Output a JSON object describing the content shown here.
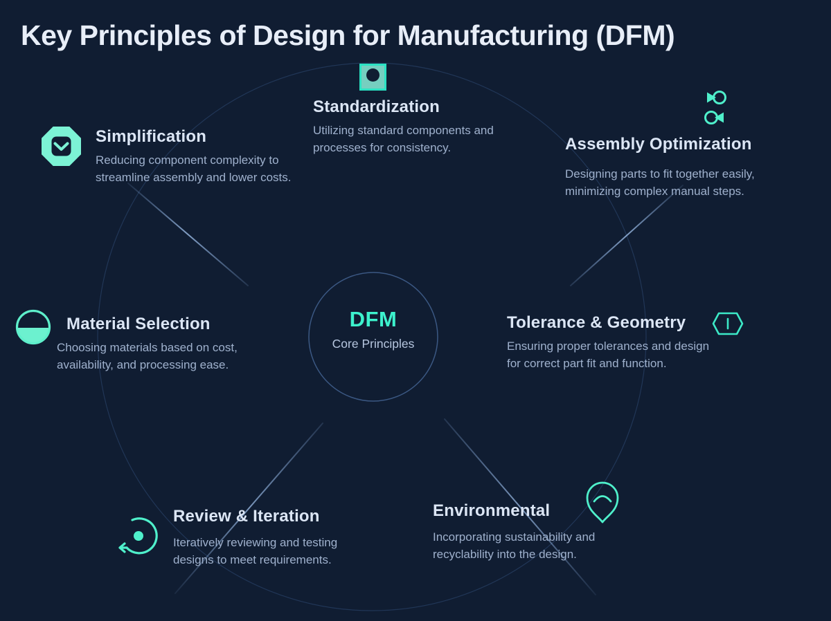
{
  "page": {
    "title": "Key Principles of Design for Manufacturing (DFM)"
  },
  "center": {
    "label": "DFM",
    "sublabel": "Core Principles"
  },
  "colors": {
    "background": "#101d32",
    "accent_mint": "#4ff0cb",
    "mint_light": "#7cf3d5",
    "seafoam_fill": "#76cfc0",
    "heading_text": "#dce6f5",
    "body_text": "#9fb1cd",
    "title_text": "#e8eef8",
    "center_label": "#3df2cd",
    "ring_stroke": "#31507c",
    "spoke_color": "#96bef5"
  },
  "principles": [
    {
      "id": "simplification",
      "title": "Simplification",
      "description": "Reducing component complexity to streamline assembly and lower costs.",
      "lines": [
        "Reducing component complexity to",
        "streamline assembly and lower costs."
      ],
      "icon": "octagon-check-icon"
    },
    {
      "id": "standardization",
      "title": "Standardization",
      "description": "Utilizing standard components and processes for consistency.",
      "lines": [
        "Utilizing standard components and",
        "processes for consistency."
      ],
      "icon": "square-dot-icon"
    },
    {
      "id": "assembly-optimization",
      "title": "Assembly Optimization",
      "description": "Designing parts to fit together easily, minimizing complex manual steps.",
      "lines": [
        "Designing parts to fit together easily,",
        "minimizing complex manual steps."
      ],
      "icon": "rotate-cycle-icon"
    },
    {
      "id": "material-selection",
      "title": "Material Selection",
      "description": "Choosing materials based on cost, availability, and processing ease.",
      "lines": [
        "Choosing materials based on cost,",
        "availability, and processing ease."
      ],
      "icon": "half-circle-icon"
    },
    {
      "id": "tolerance-geometry",
      "title": "Tolerance & Geometry",
      "description": "Ensuring proper tolerances and design for correct part fit and function.",
      "lines": [
        "Ensuring proper tolerances and design",
        "for correct part fit and function."
      ],
      "icon": "tolerance-width-icon"
    },
    {
      "id": "review-iteration",
      "title": "Review & Iteration",
      "description": "Iteratively reviewing and testing designs to meet requirements.",
      "lines": [
        "Iteratively reviewing and testing",
        "designs to meet requirements."
      ],
      "icon": "iterate-arrow-icon"
    },
    {
      "id": "environmental",
      "title": "Environmental",
      "description": "Incorporating sustainability and recyclability into the design.",
      "lines": [
        "Incorporating sustainability and",
        "recyclability into the design."
      ],
      "icon": "leaf-pin-icon"
    }
  ]
}
